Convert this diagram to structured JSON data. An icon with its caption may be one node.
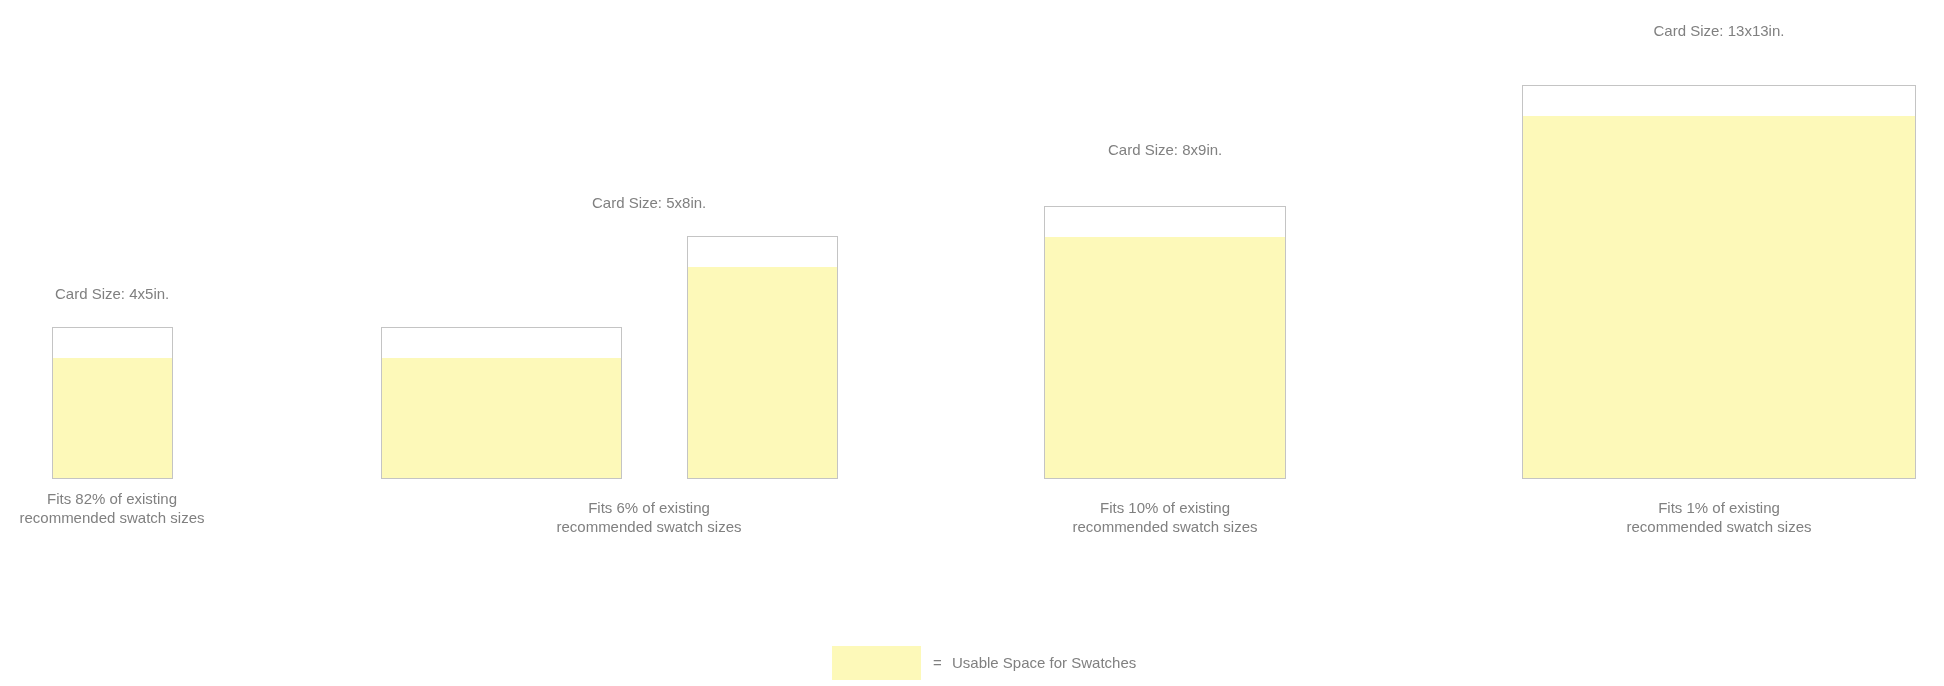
{
  "diagram": {
    "nodes": [
      {
        "text": [
          "Card Size: 4x5in."
        ],
        "beside": [
          "Fits 82% of existing recommended swatch sizes"
        ]
      },
      {
        "text": [],
        "shape": "box"
      },
      {
        "text": [],
        "shape": "box"
      },
      {
        "text": [
          "Card Size: 8x9in."
        ],
        "beside": [
          "Fits 10% of existing recommended swatch sizes"
        ]
      },
      {
        "text": [
          "Card Size: 13x13in."
        ],
        "beside": [
          "Fits 1% of existing recommended swatch sizes"
        ]
      }
    ],
    "edges": [],
    "labels": [
      "Card Size: 5x8in.",
      "Fits 6% of existing recommended swatch sizes",
      "="
    ],
    "legend": [
      {
        "text": "Usable Space for Swatches",
        "color": "#fdf9b9"
      }
    ]
  }
}
